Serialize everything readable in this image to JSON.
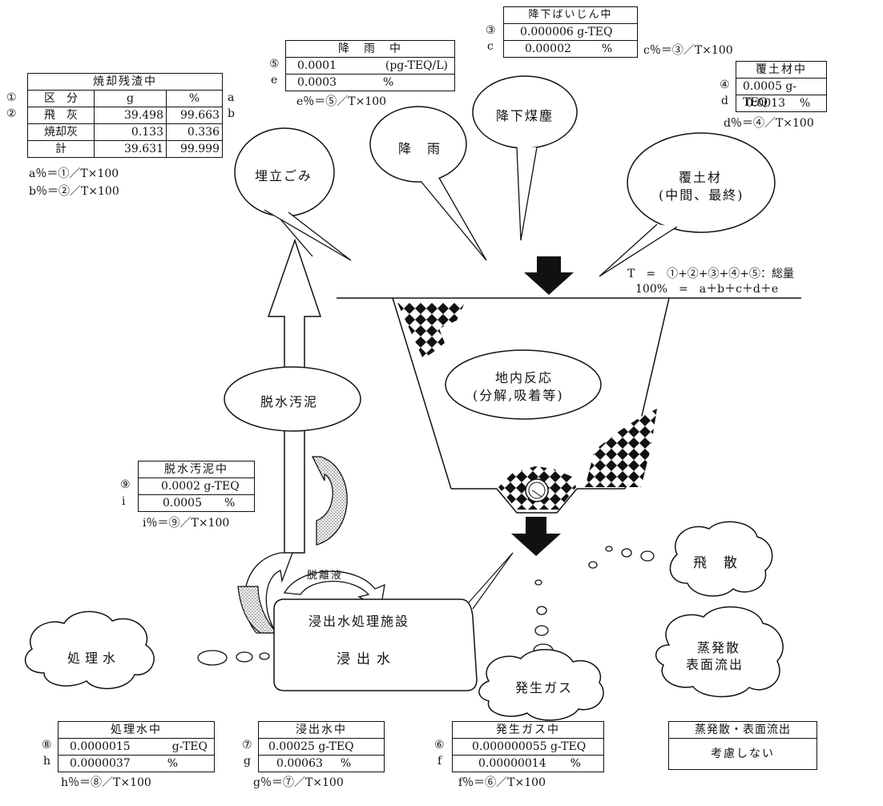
{
  "sources": {
    "landfill_waste": "埋立ごみ",
    "rain": "降　雨",
    "fallout_dust": "降下煤塵",
    "cover_soil_line1": "覆土材",
    "cover_soil_line2": "(中間、最終)"
  },
  "reaction": {
    "line1": "地内反応",
    "line2": "(分解,吸着等)"
  },
  "totals": {
    "t_formula": "T　=　①+②+③+④+⑤：総量",
    "pct_formula": "100%　=　a＋b＋c＋d＋e"
  },
  "residue_table": {
    "title": "焼却残渣中",
    "headers": [
      "区　分",
      "g",
      "%"
    ],
    "rows": [
      {
        "num": "①",
        "name": "飛　灰",
        "g": "39.498",
        "pct": "99.663",
        "letter": "a"
      },
      {
        "num": "②",
        "name": "焼却灰",
        "g": "0.133",
        "pct": "0.336",
        "letter": "b"
      },
      {
        "num": "",
        "name": "計",
        "g": "39.631",
        "pct": "99.999",
        "letter": ""
      }
    ],
    "formula_a": "a％＝①／T×100",
    "formula_b": "b％＝②／T×100"
  },
  "rain_table": {
    "title": "降　雨　中",
    "num": "⑤",
    "letter": "e",
    "value": "0.0001",
    "unit": "(pg-TEQ/L)",
    "pct": "0.0003",
    "pct_unit": "%",
    "formula": "e％＝⑤／T×100"
  },
  "dust_table": {
    "title": "降下ばいじん中",
    "num": "③",
    "letter": "c",
    "value": "0.000006 g-TEQ",
    "pct": "0.00002",
    "pct_unit": "%",
    "formula": "c％＝③／T×100"
  },
  "cover_table": {
    "title": "覆土材中",
    "num": "④",
    "letter": "d",
    "value": "0.0005 g-TEQ",
    "pct": "0.0013",
    "pct_unit": "%",
    "formula": "d％＝④／T×100"
  },
  "sludge": {
    "label": "脱水汚泥",
    "table_title": "脱水汚泥中",
    "num": "⑨",
    "letter": "i",
    "value": "0.0002 g-TEQ",
    "pct": "0.0005",
    "pct_unit": "%",
    "formula": "i％＝⑨／T×100"
  },
  "separated_liquid": "脱離液",
  "facility": {
    "title": "浸出水処理施設",
    "inner": "浸出水"
  },
  "outputs": {
    "treated_water": "処理水",
    "scatter": "飛　散",
    "gas": "発生ガス",
    "evap_line1": "蒸発散",
    "evap_line2": "表面流出"
  },
  "treated_table": {
    "title": "処理水中",
    "num": "⑧",
    "letter": "h",
    "value": "0.0000015",
    "unit": "g-TEQ",
    "pct": "0.0000037",
    "pct_unit": "%",
    "formula": "h％＝⑧／T×100"
  },
  "leachate_table": {
    "title": "浸出水中",
    "num": "⑦",
    "letter": "g",
    "value": "0.00025 g-TEQ",
    "pct": "0.00063",
    "pct_unit": "%",
    "formula": "g％＝⑦／T×100"
  },
  "gas_table": {
    "title": "発生ガス中",
    "num": "⑥",
    "letter": "f",
    "value": "0.000000055 g-TEQ",
    "pct": "0.00000014",
    "pct_unit": "%",
    "formula": "f％＝⑥／T×100"
  },
  "evap_table": {
    "title": "蒸発散・表面流出",
    "body": "考慮しない"
  }
}
